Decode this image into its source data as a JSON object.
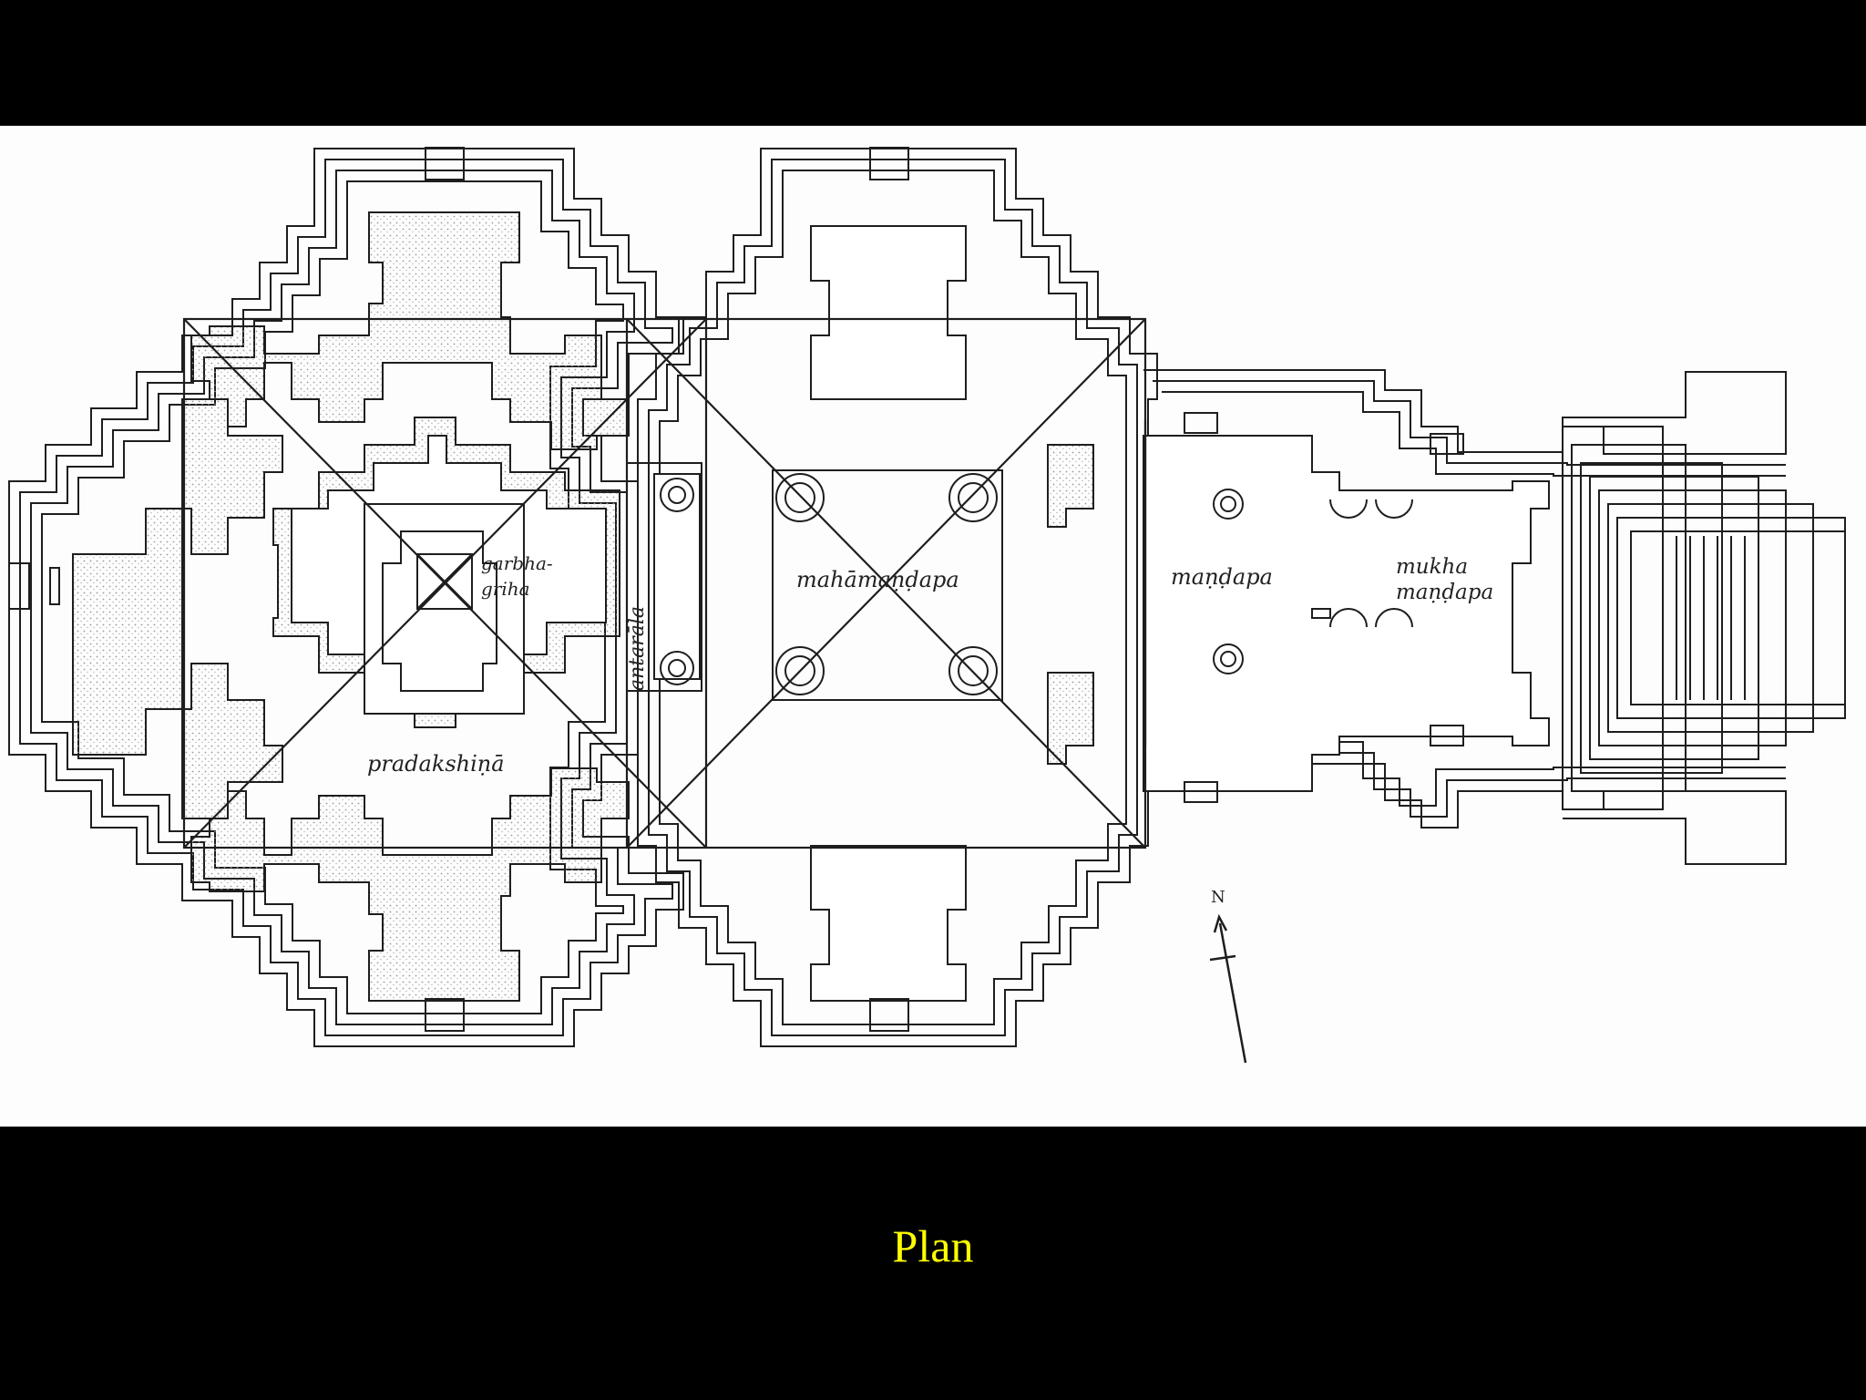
{
  "labels": {
    "garbhagriha_1": "garbha-",
    "garbhagriha_2": "griha",
    "antarala": "antarāla",
    "mahamandapa": "mahāmaṇḍapa",
    "mandapa": "maṇḍapa",
    "mukha_1": "mukha",
    "mukha_2": "maṇḍapa",
    "pradakshina": "pradakshiṇā",
    "north": "N"
  },
  "caption": "Plan",
  "colors": {
    "line": "#1e1e1e",
    "panel": "#fdfdfd",
    "caption": "#ffff00",
    "background": "#000000"
  }
}
